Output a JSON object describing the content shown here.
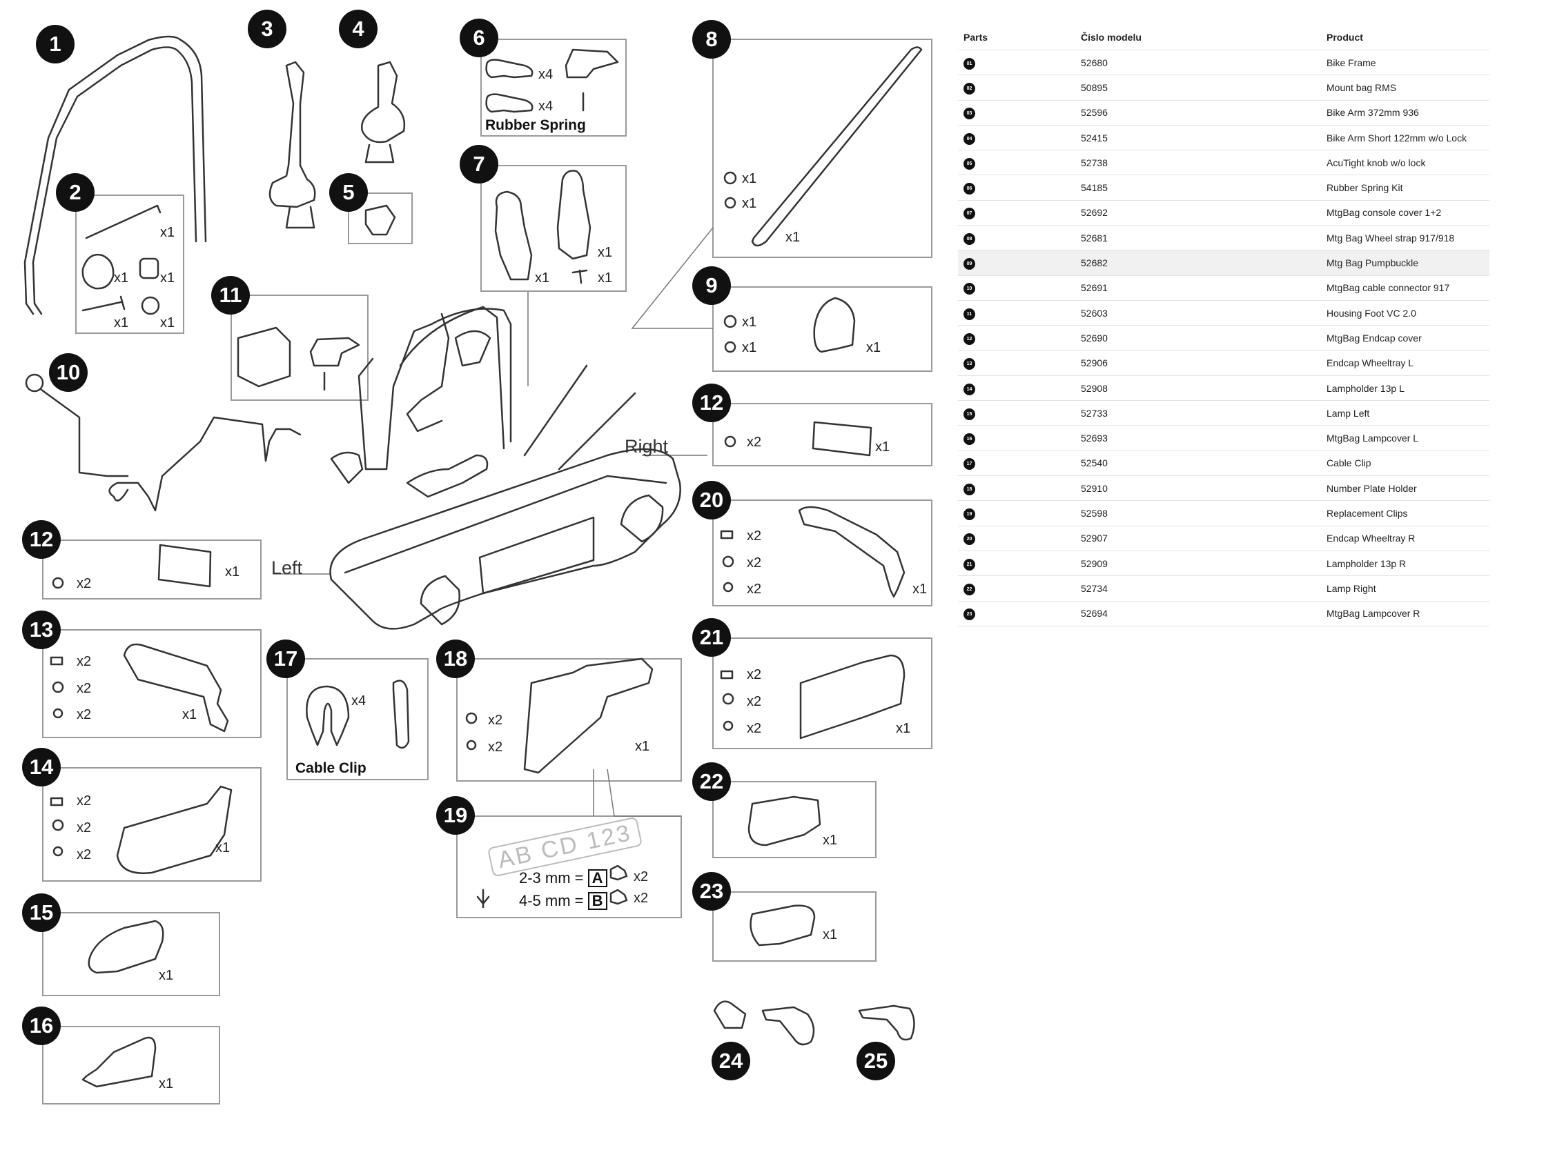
{
  "table": {
    "headers": [
      "Parts",
      "Číslo modelu",
      "Product"
    ],
    "highlight_index": 8,
    "rows": [
      {
        "part": "01",
        "model": "52680",
        "product": "Bike Frame"
      },
      {
        "part": "02",
        "model": "50895",
        "product": "Mount bag RMS"
      },
      {
        "part": "03",
        "model": "52596",
        "product": "Bike Arm 372mm 936"
      },
      {
        "part": "04",
        "model": "52415",
        "product": "Bike Arm Short 122mm w/o Lock"
      },
      {
        "part": "05",
        "model": "52738",
        "product": "AcuTight knob w/o lock"
      },
      {
        "part": "06",
        "model": "54185",
        "product": "Rubber Spring Kit"
      },
      {
        "part": "07",
        "model": "52692",
        "product": "MtgBag console cover 1+2"
      },
      {
        "part": "08",
        "model": "52681",
        "product": "Mtg Bag Wheel strap 917/918"
      },
      {
        "part": "09",
        "model": "52682",
        "product": "Mtg Bag Pumpbuckle"
      },
      {
        "part": "10",
        "model": "52691",
        "product": "MtgBag cable connector 917"
      },
      {
        "part": "11",
        "model": "52603",
        "product": "Housing Foot VC 2.0"
      },
      {
        "part": "12",
        "model": "52690",
        "product": "MtgBag Endcap cover"
      },
      {
        "part": "13",
        "model": "52906",
        "product": "Endcap Wheeltray L"
      },
      {
        "part": "14",
        "model": "52908",
        "product": "Lampholder 13p L"
      },
      {
        "part": "15",
        "model": "52733",
        "product": "Lamp Left"
      },
      {
        "part": "16",
        "model": "52693",
        "product": "MtgBag Lampcover L"
      },
      {
        "part": "17",
        "model": "52540",
        "product": "Cable Clip"
      },
      {
        "part": "18",
        "model": "52910",
        "product": "Number Plate Holder"
      },
      {
        "part": "19",
        "model": "52598",
        "product": "Replacement Clips"
      },
      {
        "part": "20",
        "model": "52907",
        "product": "Endcap Wheeltray R"
      },
      {
        "part": "21",
        "model": "52909",
        "product": "Lampholder 13p R"
      },
      {
        "part": "22",
        "model": "52734",
        "product": "Lamp Right"
      },
      {
        "part": "23",
        "model": "52694",
        "product": "MtgBag Lampcover R"
      }
    ]
  },
  "diagram": {
    "callouts": [
      "1",
      "2",
      "3",
      "4",
      "5",
      "6",
      "7",
      "8",
      "9",
      "10",
      "11",
      "12",
      "12",
      "13",
      "14",
      "15",
      "16",
      "17",
      "18",
      "19",
      "20",
      "21",
      "22",
      "23",
      "24",
      "25"
    ],
    "qty": {
      "x1": "x1",
      "x2": "x2",
      "x4": "x4"
    },
    "labels": {
      "rubber_spring": "Rubber Spring",
      "cable_clip": "Cable Clip",
      "left": "Left",
      "right": "Right",
      "plate": "AB CD 123",
      "spec_a_prefix": "2-3 mm =",
      "spec_a_box": "A",
      "spec_b_prefix": "4-5 mm =",
      "spec_b_box": "B"
    }
  }
}
